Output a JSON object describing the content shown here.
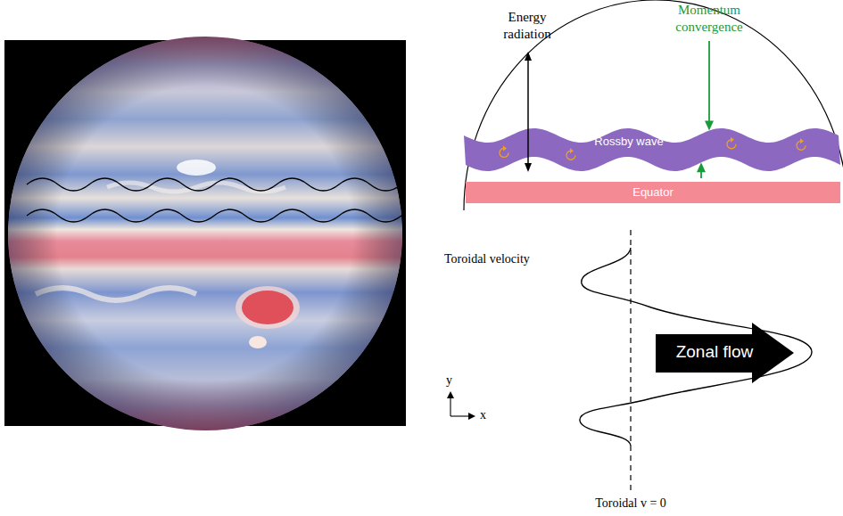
{
  "diagram": {
    "nodes": [
      {
        "text": [
          "Rossby wave"
        ]
      },
      {
        "text": [
          "Equator"
        ]
      },
      {
        "text": [
          "Zonal flow"
        ]
      }
    ],
    "labels": [
      "Energy radiation",
      "Momentum convergence",
      "Toroidal velocity",
      "y",
      "x",
      "Toroidal v = 0"
    ]
  }
}
